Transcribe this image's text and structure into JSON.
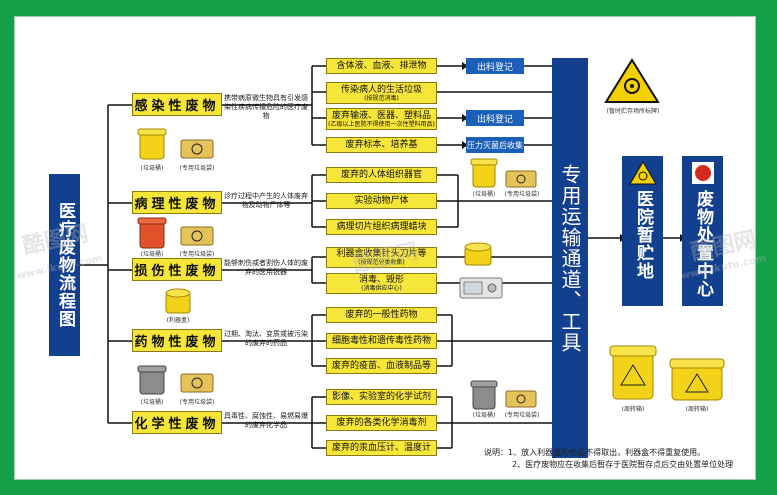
{
  "flow_title": "医疗废物流程图",
  "transport": "专用运输通道、工具",
  "storage": "医院暂贮地",
  "disposal": "废物处置中心",
  "sign_caption": "(暂时贮存场所标牌)",
  "categories": [
    {
      "label": "感染性废物",
      "desc": "携带病原微生物具有引发感染性疾病传播危险的医疗废物",
      "bin_caption": "(垃圾桶)",
      "bag_caption": "(专用垃圾袋)"
    },
    {
      "label": "病理性废物",
      "desc": "诊疗过程中产生的人体废弃物及动物尸体等",
      "bin_caption": "(垃圾桶)",
      "bag_caption": "(专用垃圾袋)"
    },
    {
      "label": "损伤性废物",
      "desc": "能够刺伤或者割伤人体的废弃的医用锐器",
      "bin_caption": "(利器盒)",
      "bag_caption": ""
    },
    {
      "label": "药物性废物",
      "desc": "过期、淘汰、变质或被污染的废弃的药品",
      "bin_caption": "(垃圾桶)",
      "bag_caption": "(专用垃圾袋)"
    },
    {
      "label": "化学性废物",
      "desc": "具毒性、腐蚀性、易燃易爆的废弃化学品",
      "bin_caption": "",
      "bag_caption": ""
    }
  ],
  "items": [
    {
      "label": "含体液、血液、排泄物",
      "sub": ""
    },
    {
      "label": "传染病人的生活垃圾",
      "sub": "(按规范消毒)"
    },
    {
      "label": "废弃输液、医器、塑料品",
      "sub": "(乙级以上医院不得使用一次性塑料用品)"
    },
    {
      "label": "废弃标本、培养基",
      "sub": ""
    },
    {
      "label": "废弃的人体组织器官",
      "sub": ""
    },
    {
      "label": "实验动物尸体",
      "sub": ""
    },
    {
      "label": "病理切片组织病理蜡块",
      "sub": ""
    },
    {
      "label": "利器盒收集针头刀片等",
      "sub": "(按规范分类收集)"
    },
    {
      "label": "消毒、毁形",
      "sub": "(消毒供应中心)"
    },
    {
      "label": "废弃的一般性药物",
      "sub": ""
    },
    {
      "label": "细胞毒性和遗传毒性药物",
      "sub": ""
    },
    {
      "label": "废弃的疫苗、血液制品等",
      "sub": ""
    },
    {
      "label": "影像、实验室的化学试剂",
      "sub": ""
    },
    {
      "label": "废弃的各类化学消毒剂",
      "sub": ""
    },
    {
      "label": "废弃的汞血压计、温度计",
      "sub": ""
    }
  ],
  "tags": [
    "出科登记",
    "出科登记",
    "压力灭菌后收集"
  ],
  "right_captions": [
    "(周转箱)",
    "(周转箱)"
  ],
  "mid_captions": [
    "(垃圾桶)",
    "(专用垃圾袋)",
    "(垃圾桶)",
    "(专用垃圾袋)"
  ],
  "notes": [
    "说明：1、放入利器盒的物品不得取出，利器盒不得重复使用。",
    "2、医疗废物应在收集后暂存于医院暂存点后交由处置单位处理"
  ],
  "watermarks": [
    "酷图网",
    "www.ikutu.com"
  ],
  "colors": {
    "frame": "#16a04a",
    "navy": "#123f8e",
    "yellow": "#f7e63a",
    "tag_blue": "#1c5fb8",
    "red_icon": "#d52b1e"
  }
}
